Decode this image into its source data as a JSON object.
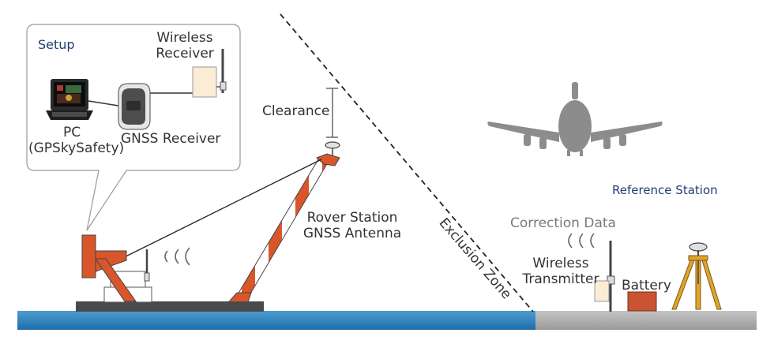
{
  "setup": {
    "title": "Setup",
    "wireless_receiver": [
      "Wireless",
      "Receiver"
    ],
    "pc": [
      "PC",
      "(GPSkySafety)"
    ],
    "gnss_receiver": "GNSS Receiver"
  },
  "clearance": "Clearance",
  "rover_station": [
    "Rover Station",
    "GNSS Antenna"
  ],
  "exclusion_zone": "Exclusion Zone",
  "reference_station": {
    "title": "Reference Station",
    "correction_data": "Correction Data",
    "wireless_transmitter": [
      "Wireless",
      "Transmitter"
    ],
    "battery": "Battery"
  },
  "colors": {
    "water": "#2f7fb7",
    "ground": "#a9a9a9",
    "boom": "#d9562b",
    "airplane": "#8c8c8c",
    "title_blue": "#1f3f73",
    "battery": "#c95434",
    "tripod": "#e0a32e"
  }
}
